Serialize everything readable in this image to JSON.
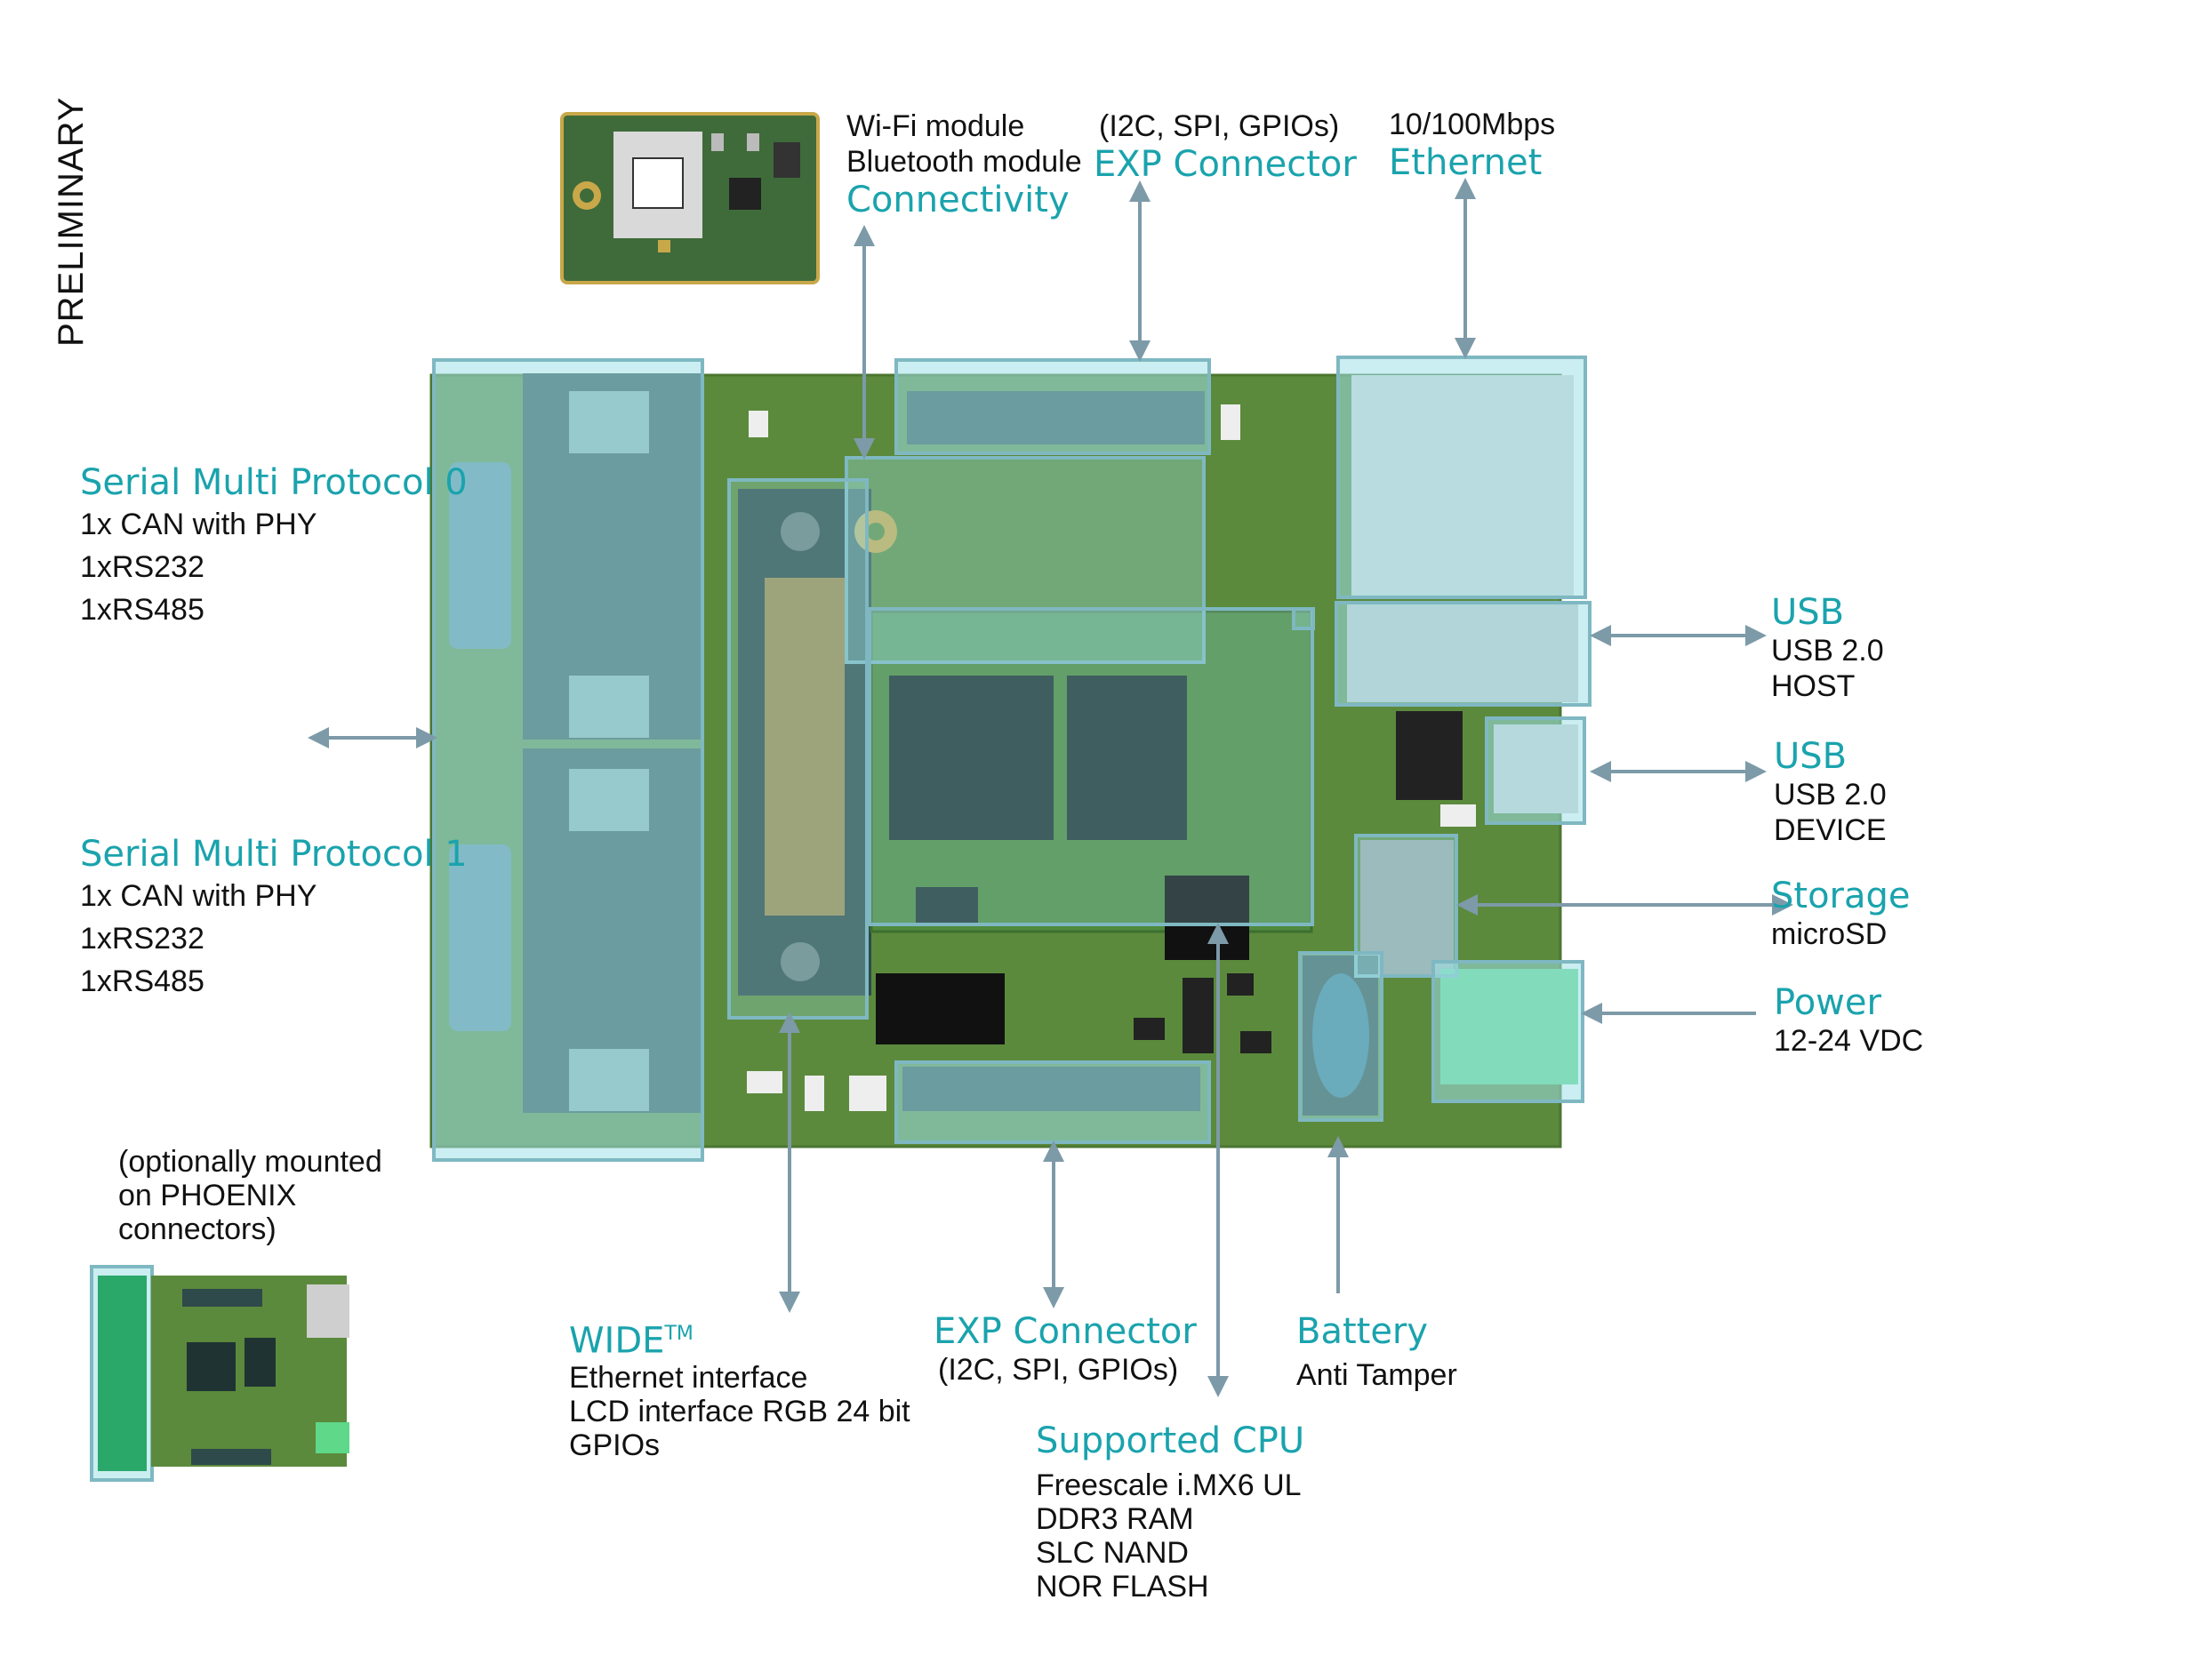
{
  "watermark": "PRELIMINARY",
  "colors": {
    "accent": "#1aa3ad",
    "pcb": "#5b8a3c",
    "highlight": "#9fe0e6",
    "arrow": "#7d9aa8"
  },
  "labels": {
    "serial0": {
      "title": "Serial Multi Protocol 0",
      "lines": [
        "1x CAN with PHY",
        "1xRS232",
        "1xRS485"
      ]
    },
    "serial1": {
      "title": "Serial Multi Protocol 1",
      "lines": [
        "1x CAN with PHY",
        "1xRS232",
        "1xRS485"
      ]
    },
    "phoenix": {
      "lines": [
        "(optionally mounted",
        "on PHOENIX",
        "connectors)"
      ]
    },
    "connectivity": {
      "lines": [
        "Wi-Fi module",
        "Bluetooth module"
      ],
      "title": "Connectivity"
    },
    "exp_top": {
      "sub": "(I2C, SPI, GPIOs)",
      "title": "EXP Connector"
    },
    "ethernet": {
      "sub": "10/100Mbps",
      "title": "Ethernet"
    },
    "usb_host": {
      "title": "USB",
      "lines": [
        "USB 2.0",
        "HOST"
      ]
    },
    "usb_device": {
      "title": "USB",
      "lines": [
        "USB 2.0",
        "DEVICE"
      ]
    },
    "storage": {
      "title": "Storage",
      "lines": [
        "microSD"
      ]
    },
    "power": {
      "title": "Power",
      "lines": [
        "12-24 VDC"
      ]
    },
    "wide": {
      "title": "WIDE",
      "title_sup": "TM",
      "lines": [
        "Ethernet interface",
        "LCD interface  RGB 24 bit",
        "GPIOs"
      ]
    },
    "exp_bottom": {
      "title": "EXP Connector",
      "sub": "(I2C, SPI, GPIOs)"
    },
    "battery": {
      "title": "Battery",
      "lines": [
        "Anti Tamper"
      ]
    },
    "cpu": {
      "title": "Supported CPU",
      "lines": [
        "Freescale i.MX6 UL",
        "DDR3  RAM",
        "SLC  NAND",
        "NOR  FLASH"
      ]
    }
  }
}
